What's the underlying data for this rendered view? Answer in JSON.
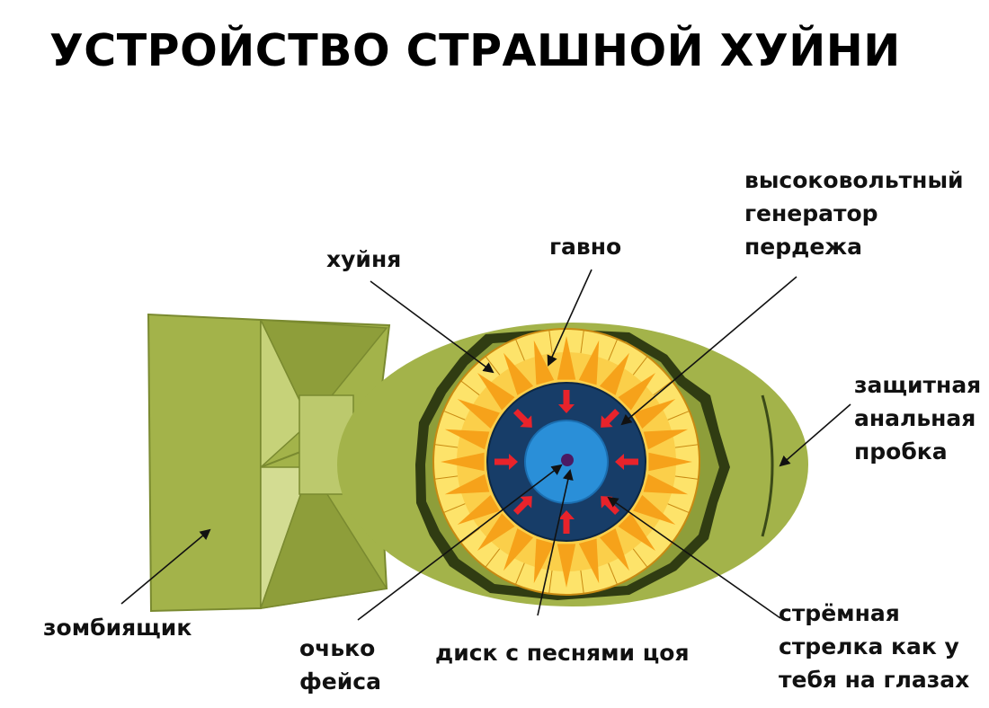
{
  "title": "УСТРОЙСТВО СТРАШНОЙ ХУЙНИ",
  "labels": {
    "huinya": "хуйня",
    "gavno": "гавно",
    "generator": [
      "высоковольтный",
      "генератор",
      "пердежа"
    ],
    "probka": [
      "защитная",
      "анальная",
      "пробка"
    ],
    "zombie": "зомбиящик",
    "ochko": [
      "очько",
      "фейса"
    ],
    "disk": "диск с песнями цоя",
    "strelka": [
      "стрёмная",
      "стрелка как у",
      "тебя на глазах"
    ]
  },
  "colors": {
    "body_green": "#a3b34a",
    "light_green": "#cfd98b",
    "dark_outline": "#303c12",
    "yellow": "#fde36a",
    "orange": "#f6a21a",
    "navy": "#173d68",
    "blue": "#2a8fd8",
    "red_arrow": "#e8232b",
    "purple_core": "#4b1a63"
  }
}
